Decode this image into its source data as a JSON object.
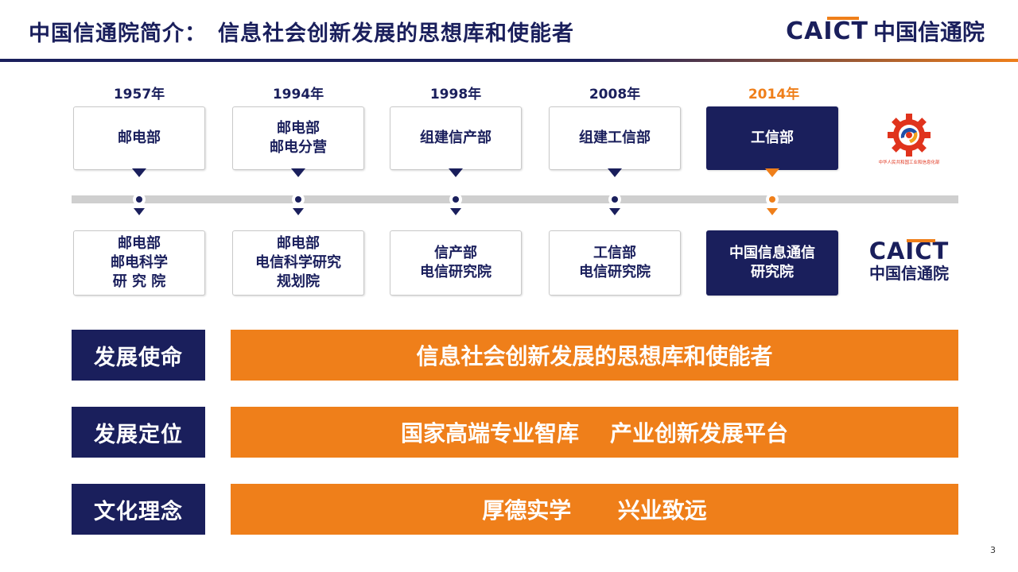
{
  "header": {
    "title_main": "中国信通院简介：",
    "title_sub": "信息社会创新发展的思想库和使能者",
    "logo_latin": "CAICT",
    "logo_cn": "中国信通院"
  },
  "timeline": [
    {
      "year": "1957年",
      "top": "邮电部",
      "bottom": "邮电部\n邮电科学\n研 究 院"
    },
    {
      "year": "1994年",
      "top": "邮电部\n邮电分营",
      "bottom": "邮电部\n电信科学研究\n规划院"
    },
    {
      "year": "1998年",
      "top": "组建信产部",
      "bottom": "信产部\n电信研究院"
    },
    {
      "year": "2008年",
      "top": "组建工信部",
      "bottom": "工信部\n电信研究院"
    },
    {
      "year": "2014年",
      "top": "工信部",
      "bottom": "中国信息通信\n研究院",
      "highlighted": true
    }
  ],
  "side_logos": {
    "miit_icon": "miit-gear-emblem-icon",
    "miit_caption": "中华人民共和国工业和信息化部",
    "caict_latin": "CAICT",
    "caict_cn": "中国信通院"
  },
  "rows": [
    {
      "label": "发展使命",
      "value": "信息社会创新发展的思想库和使能者"
    },
    {
      "label": "发展定位",
      "value": "国家高端专业智库    产业创新发展平台"
    },
    {
      "label": "文化理念",
      "value": "厚德实学      兴业致远"
    }
  ],
  "page_number": "3",
  "colors": {
    "navy": "#1a1f5c",
    "orange": "#ef7f1a",
    "gray": "#cfcfcf"
  }
}
